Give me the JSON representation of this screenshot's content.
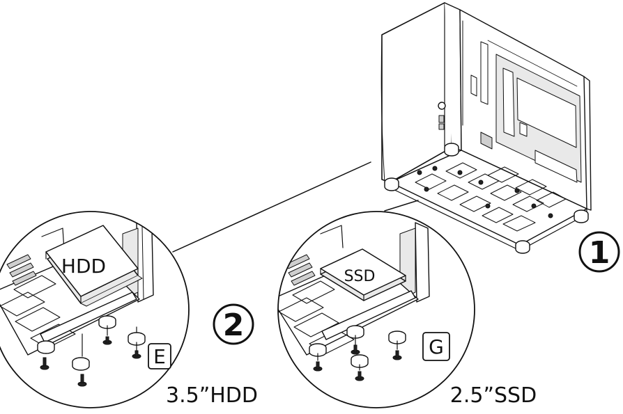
{
  "steps": {
    "step1": "1",
    "step2": "2"
  },
  "detail_left": {
    "drive_label": "HDD",
    "screw_letter": "E",
    "caption": "3.5”HDD"
  },
  "detail_right": {
    "drive_label": "SSD",
    "screw_letter": "G",
    "caption": "2.5”SSD"
  }
}
